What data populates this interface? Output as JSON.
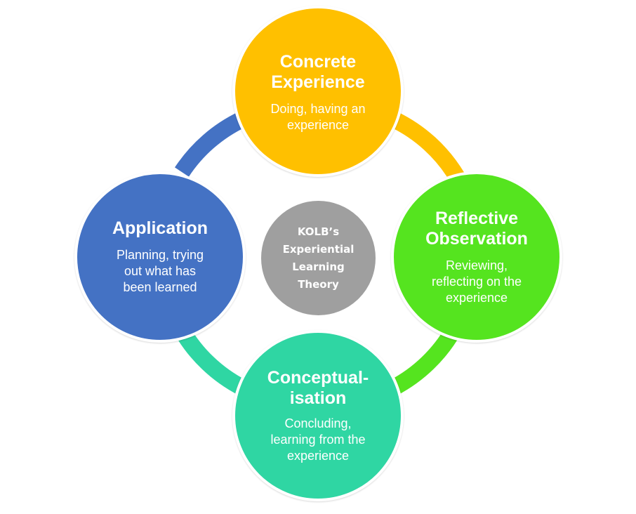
{
  "center": {
    "label": "KOLB’s\nExperiential\nLearning\nTheory",
    "color": "#9f9f9f"
  },
  "stages": {
    "concrete": {
      "title": "Concrete\nExperience",
      "description": "Doing, having an\nexperience",
      "color": "#ffc000"
    },
    "reflective": {
      "title": "Reflective\nObservation",
      "description": "Reviewing,\nreflecting on the\nexperience",
      "color": "#55e41f"
    },
    "conceptual": {
      "title": "Conceptual-\nisation",
      "description": "Concluding,\nlearning from the\nexperience",
      "color": "#2fd6a3"
    },
    "application": {
      "title": "Application",
      "description": "Planning, trying\nout what has\nbeen learned",
      "color": "#4472c4"
    }
  },
  "connectors": {
    "concrete_to_reflective": "#ffc000",
    "reflective_to_conceptual": "#55e41f",
    "conceptual_to_application": "#2fd6a3",
    "application_to_concrete": "#4472c4"
  }
}
